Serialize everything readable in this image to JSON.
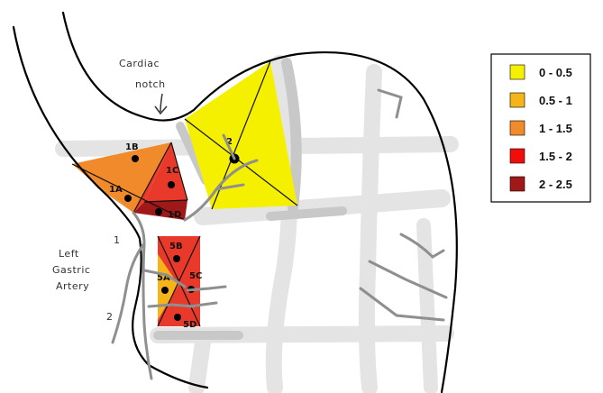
{
  "annotations": {
    "cardiac_notch_line1": "Cardiac",
    "cardiac_notch_line2": "notch",
    "left_gastric_line1": "Left",
    "left_gastric_line2": "Gastric",
    "left_gastric_line3": "Artery",
    "marker_1": "1",
    "marker_2": "2"
  },
  "regions": [
    {
      "label": "1B",
      "color": "#f08a2a"
    },
    {
      "label": "1A",
      "color": "#f08a2a"
    },
    {
      "label": "1C",
      "color": "#e8392b"
    },
    {
      "label": "1D",
      "color": "#a01818"
    },
    {
      "label": "2",
      "color": "#f5f000"
    },
    {
      "label": "5B",
      "color": "#e8392b"
    },
    {
      "label": "5A",
      "color": "#f5b51a"
    },
    {
      "label": "5C",
      "color": "#e8392b"
    },
    {
      "label": "5D",
      "color": "#e8392b"
    }
  ],
  "legend": [
    {
      "label": "0 - 0.5",
      "color": "#f5f000"
    },
    {
      "label": "0.5 - 1",
      "color": "#f5b51a"
    },
    {
      "label": "1 - 1.5",
      "color": "#f08a2a"
    },
    {
      "label": "1.5 - 2",
      "color": "#f20d0d"
    },
    {
      "label": "2 - 2.5",
      "color": "#a01818"
    }
  ]
}
